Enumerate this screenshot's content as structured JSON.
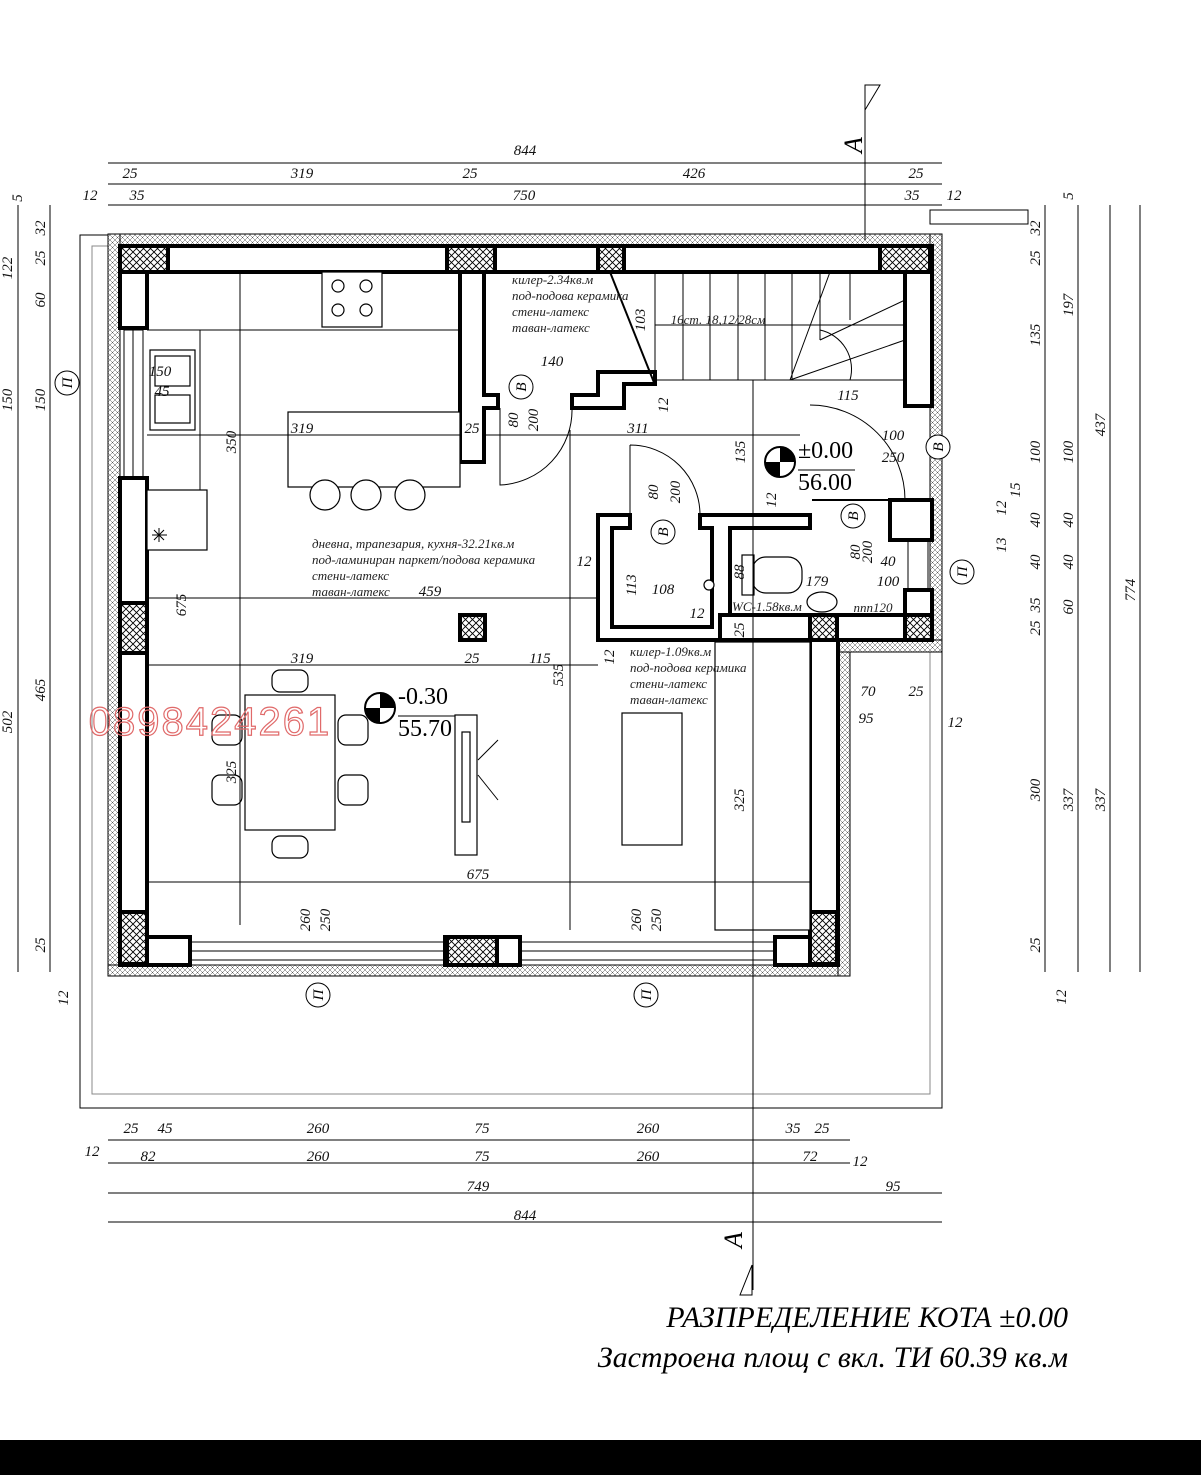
{
  "drawing": {
    "title": "РАЗПРЕДЕЛЕНИЕ КОТА   ±0.00",
    "subtitle": "Застроена площ с вкл. ТИ  60.39 кв.м",
    "watermark": "0898424261",
    "section_mark": "А",
    "window_mark": "П",
    "door_mark": "В",
    "levels": [
      {
        "elevation": "±0.00",
        "absolute": "56.00"
      },
      {
        "elevation": "-0.30",
        "absolute": "55.70"
      }
    ],
    "rooms": [
      {
        "lines": [
          "килер-2.34кв.м",
          "под-подова керамика",
          "стени-латекс",
          "таван-латекс"
        ]
      },
      {
        "lines": [
          "дневна, трапезария, кухня-32.21кв.м",
          "под-ламиниран паркет/подова керамика",
          "стени-латекс",
          "таван-латекс"
        ]
      },
      {
        "lines": [
          "килер-1.09кв.м",
          "под-подова керамика",
          "стени-латекс",
          "таван-латекс"
        ]
      },
      {
        "lines": [
          "WC-1.58кв.м"
        ]
      }
    ],
    "stairs_note": "16ст. 18,12/28см",
    "sill_note": "ппп120",
    "dims": [
      "844",
      "25",
      "319",
      "25",
      "426",
      "25",
      "12",
      "35",
      "750",
      "35",
      "12",
      "5",
      "32",
      "25",
      "122",
      "60",
      "150",
      "150",
      "502",
      "465",
      "25",
      "12",
      "5",
      "32",
      "25",
      "135",
      "197",
      "437",
      "100",
      "100",
      "12",
      "15",
      "13",
      "40",
      "40",
      "40",
      "40",
      "35",
      "25",
      "60",
      "774",
      "300",
      "337",
      "337",
      "25",
      "12",
      "103",
      "140",
      "12",
      "115",
      "319",
      "25",
      "311",
      "80",
      "200",
      "350",
      "135",
      "100",
      "250",
      "80",
      "200",
      "12",
      "80",
      "200",
      "150",
      "45",
      "12",
      "113",
      "108",
      "12",
      "88",
      "179",
      "40",
      "100",
      "459",
      "675",
      "535",
      "25",
      "12",
      "319",
      "25",
      "115",
      "70",
      "25",
      "95",
      "12",
      "325",
      "325",
      "675",
      "260",
      "250",
      "260",
      "250",
      "12",
      "25",
      "45",
      "260",
      "75",
      "260",
      "35",
      "25",
      "82",
      "260",
      "75",
      "260",
      "72",
      "12",
      "749",
      "95",
      "844"
    ]
  },
  "colors": {
    "line": "#000000",
    "watermark": "#e06a6a",
    "bottom_bar": "#000000"
  }
}
